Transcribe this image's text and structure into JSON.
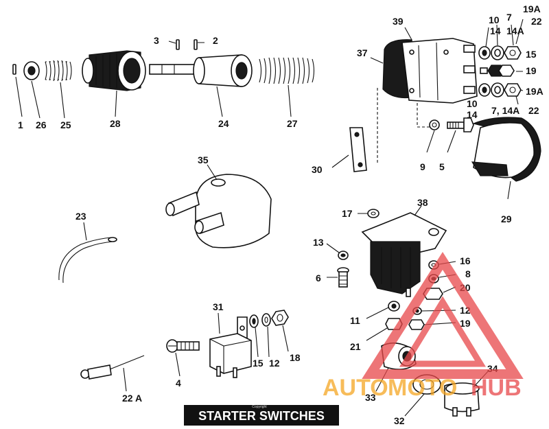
{
  "title": "STARTER SWITCHES",
  "copyright": "Copyright",
  "watermark": {
    "brand_left": "AUTO",
    "brand_mid": "MOTO",
    "brand_right": "HUB",
    "color_red": "#e8484a",
    "color_orange": "#f5a623"
  },
  "labels": {
    "l1": "1",
    "l26": "26",
    "l25": "25",
    "l28": "28",
    "l3": "3",
    "l2": "2",
    "l24": "24",
    "l27": "27",
    "l39": "39",
    "l37": "37",
    "l10a": "10",
    "l7a": "7",
    "l19a_top": "19A",
    "l14a": "14",
    "l14Aa": "14A",
    "l22a": "22",
    "l15a": "15",
    "l19a": "19",
    "l19A_mid": "19A",
    "l10b": "10",
    "l14b": "14",
    "l7b": "7, 14A",
    "l22b": "22",
    "l9": "9",
    "l5": "5",
    "l30": "30",
    "l29": "29",
    "l35": "35",
    "l23": "23",
    "l17": "17",
    "l38": "38",
    "l13": "13",
    "l6": "6",
    "l16": "16",
    "l8": "8",
    "l20": "20",
    "l12a": "12",
    "l11": "11",
    "l19b": "19",
    "l21": "21",
    "l31": "31",
    "l15b": "15",
    "l12b": "12",
    "l18": "18",
    "l4": "4",
    "l22A": "22 A",
    "l33": "33",
    "l34": "34",
    "l32": "32"
  }
}
